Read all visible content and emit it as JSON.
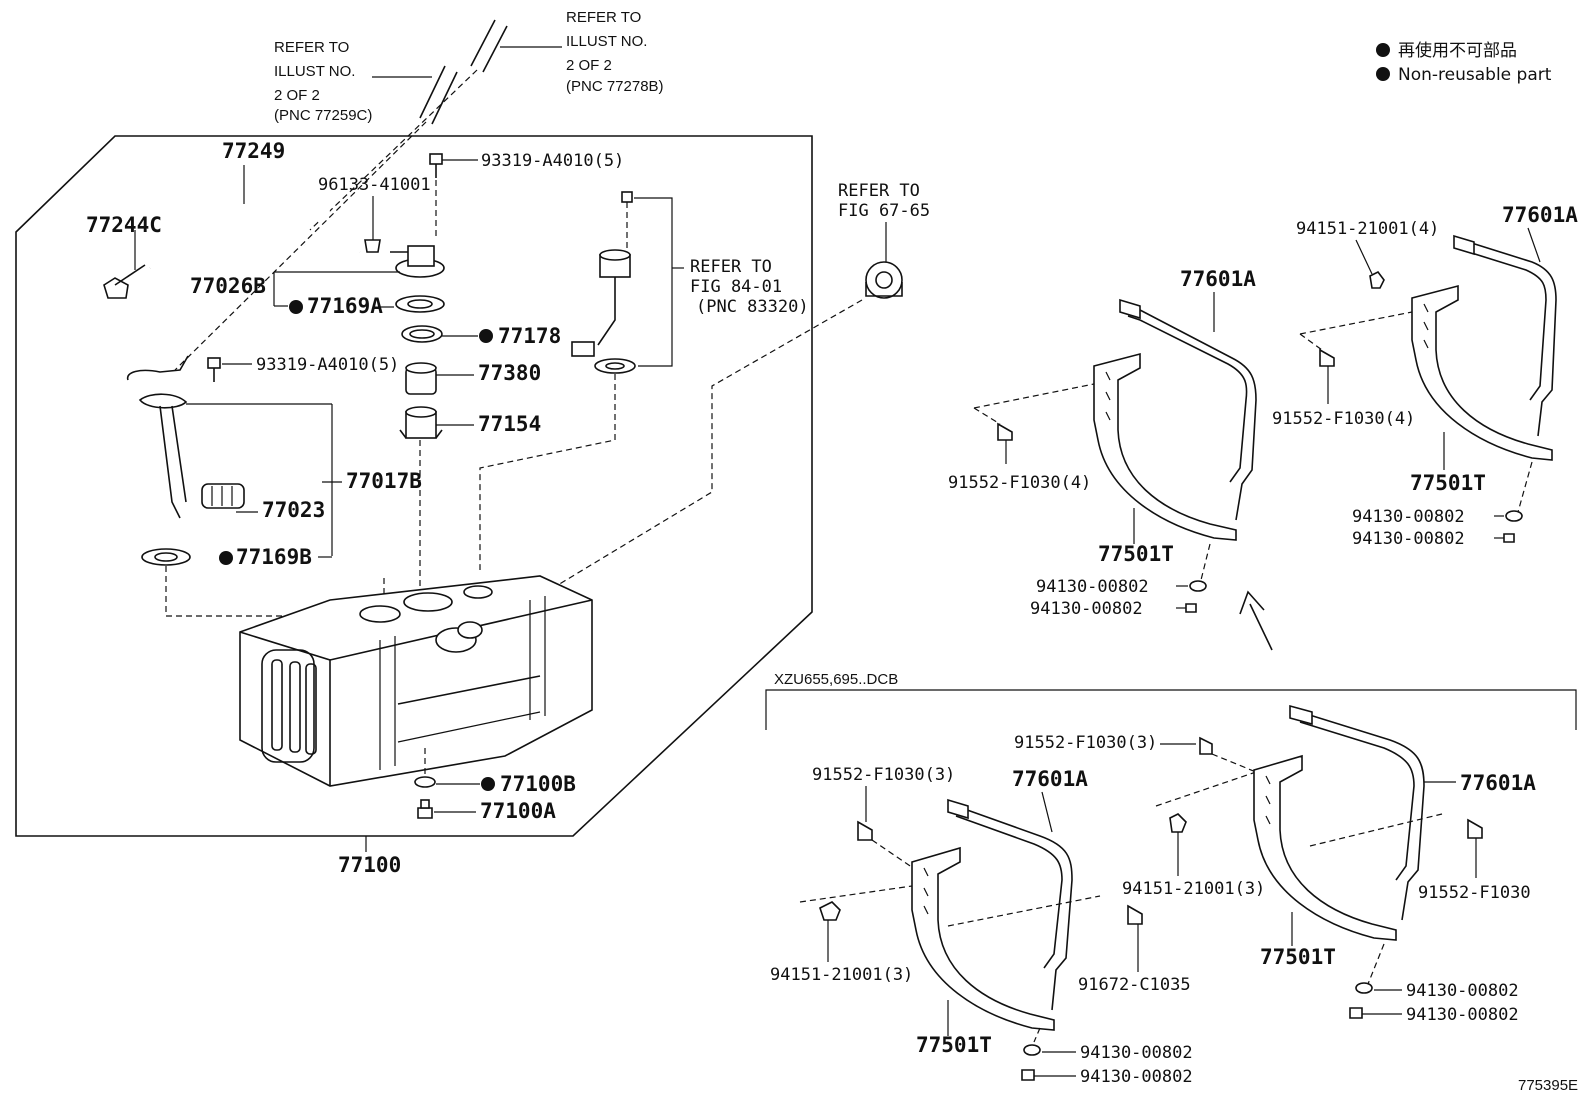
{
  "legend": {
    "line_jp": "再使用不可部品",
    "line_en": "Non-reusable part"
  },
  "refs": {
    "ref_a_1": "REFER TO",
    "ref_a_2": "ILLUST NO.",
    "ref_a_3": "2 OF 2",
    "ref_a_4": "(PNC 77259C)",
    "ref_b_1": "REFER TO",
    "ref_b_2": "ILLUST NO.",
    "ref_b_3": "2 OF 2",
    "ref_b_4": "(PNC 77278B)",
    "ref_c_1": "REFER TO",
    "ref_c_2": "FIG 67-65",
    "ref_d_1": "REFER TO",
    "ref_d_2": "FIG 84-01",
    "ref_d_3": "(PNC 83320)"
  },
  "tank_parts": {
    "p77249": "77249",
    "p77244C": "77244C",
    "p96133": "96133-41001",
    "p93319a": "93319-A4010(5)",
    "p93319b": "93319-A4010(5)",
    "p77026B": "77026B",
    "p77169A": "77169A",
    "p77178": "77178",
    "p77380": "77380",
    "p77154": "77154",
    "p77017B": "77017B",
    "p77023": "77023",
    "p77169B": "77169B",
    "p77100B": "77100B",
    "p77100A": "77100A",
    "p77100": "77100"
  },
  "bracket_parts": {
    "b1_77601A": "77601A",
    "b1_91552": "91552-F1030(4)",
    "b1_77501T": "77501T",
    "b1_94130a": "94130-00802",
    "b1_94130b": "94130-00802",
    "b2_94151": "94151-21001(4)",
    "b2_77601A": "77601A",
    "b2_91552": "91552-F1030(4)",
    "b2_77501T": "77501T",
    "b2_94130a": "94130-00802",
    "b2_94130b": "94130-00802"
  },
  "variant": {
    "label": "XZU655,695..DCB",
    "v1_91552": "91552-F1030(3)",
    "v1_77601A": "77601A",
    "v1_94151": "94151-21001(3)",
    "v1_77501T": "77501T",
    "v1_94130a": "94130-00802",
    "v1_94130b": "94130-00802",
    "v2_91552a": "91552-F1030(3)",
    "v2_77601A": "77601A",
    "v2_94151": "94151-21001(3)",
    "v2_91672": "91672-C1035",
    "v2_91552b": "91552-F1030",
    "v2_77501T": "77501T",
    "v2_94130a": "94130-00802",
    "v2_94130b": "94130-00802"
  },
  "figure_code": "775395E"
}
